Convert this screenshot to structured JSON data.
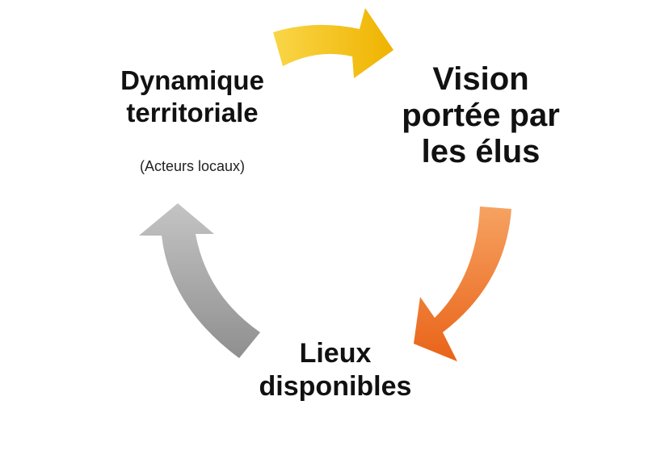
{
  "diagram": {
    "nodes": {
      "dynamique": {
        "line1": "Dynamique",
        "line2": "territoriale",
        "sub": "(Acteurs locaux)"
      },
      "vision": {
        "line1": "Vision",
        "line2": "portée par",
        "line3": "les élus"
      },
      "lieux": {
        "line1": "Lieux",
        "line2": "disponibles"
      }
    },
    "arrows": [
      {
        "from": "dynamique",
        "to": "vision",
        "color": "#f2b705",
        "color_light": "#f9d648"
      },
      {
        "from": "vision",
        "to": "lieux",
        "color": "#ec6c1f",
        "color_light": "#f6a262"
      },
      {
        "from": "lieux",
        "to": "dynamique",
        "color": "#9a9a9a",
        "color_light": "#c8c8c8"
      }
    ]
  }
}
